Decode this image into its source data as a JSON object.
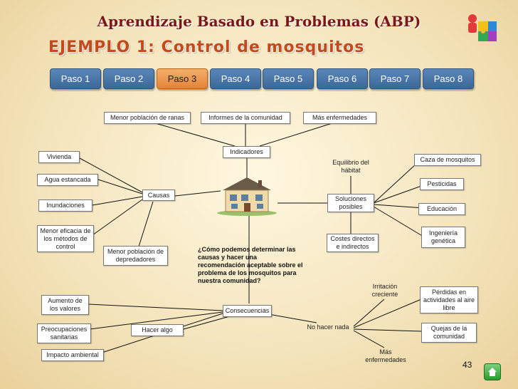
{
  "header": {
    "title": "Aprendizaje Basado en Problemas  (ABP)",
    "subtitle": "EJEMPLO 1: Control de mosquitos"
  },
  "tabs": [
    {
      "label": "Paso 1"
    },
    {
      "label": "Paso 2"
    },
    {
      "label": "Paso 3"
    },
    {
      "label": "Paso 4"
    },
    {
      "label": "Paso 5"
    },
    {
      "label": "Paso 6"
    },
    {
      "label": "Paso 7"
    },
    {
      "label": "Paso 8"
    }
  ],
  "active_tab": "Paso 3",
  "diagram": {
    "indicators": {
      "center": "Indicadores",
      "items": [
        "Menor población de ranas",
        "Informes de la comunidad",
        "Más enfermedades"
      ]
    },
    "causes": {
      "center": "Causas",
      "items": [
        "Vivienda",
        "Agua estancada",
        "Inundaciones",
        "Menor eficacia de los métodos de control",
        "Menor población de depredadores"
      ]
    },
    "solutions": {
      "center": "Soluciones posibles",
      "items": [
        "Equilibrio del hábitat",
        "Caza de mosquitos",
        "Pesticidas",
        "Educación",
        "Ingeniería genética",
        "Costes directos e indirectos"
      ]
    },
    "consequences": {
      "center": "Consecuencias",
      "items": [
        "Aumento de los valores",
        "Preocupaciones sanitarias",
        "Impacto ambiental",
        "Hacer algo",
        "No hacer nada",
        "Irritación creciente",
        "Pérdidas en actividades al aire libre",
        "Quejas de la comunidad",
        "Más enfermedades"
      ]
    },
    "question": "¿Cómo podemos determinar las causas y hacer una recomendación aceptable sobre el problema de los mosquitos para nuestra comunidad?"
  },
  "page_number": "43",
  "colors": {
    "title": "#7a1818",
    "subtitle": "#c24a1e",
    "tab": "#4a77a8",
    "tab_active": "#e9934a"
  },
  "icons": {
    "center_image": "house-icon",
    "home": "home-icon",
    "logo": "puzzle-icon"
  }
}
